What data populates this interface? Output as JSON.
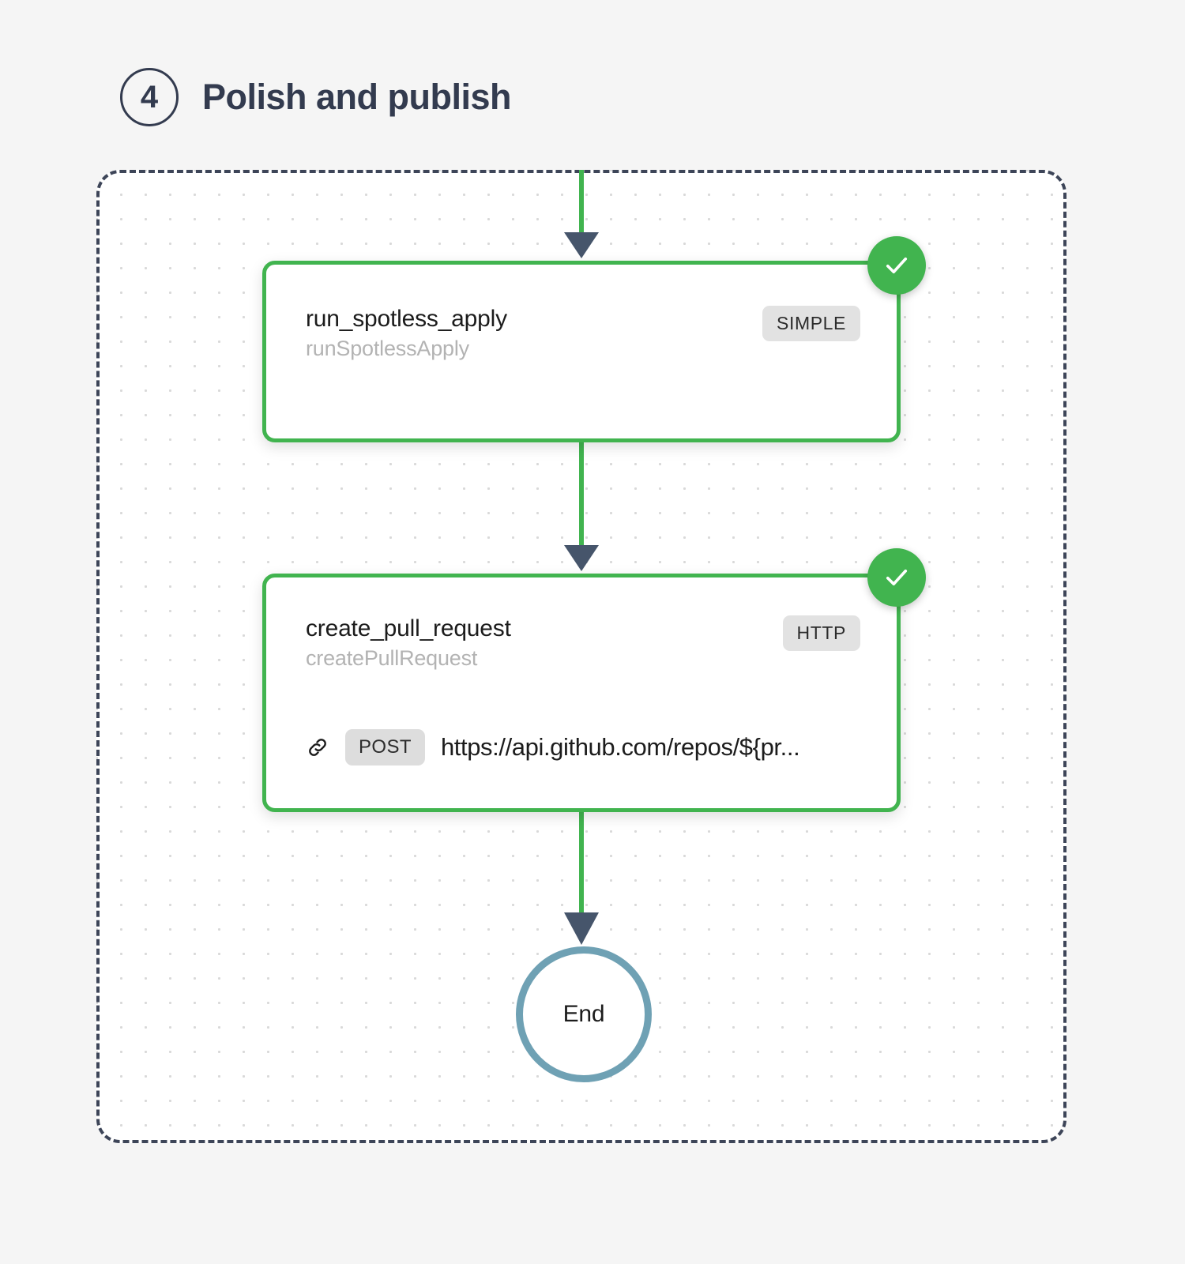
{
  "page": {
    "background": "#f5f5f5"
  },
  "header": {
    "step_number": "4",
    "title": "Polish and publish"
  },
  "canvas": {
    "border_style": "dashed",
    "border_color": "#3d4558",
    "grid": "dotted"
  },
  "colors": {
    "success_green": "#41b44f",
    "arrow_navy": "#46556b",
    "end_teal": "#6fa1b4",
    "badge_gray": "#e2e2e2",
    "title_navy": "#333b4f"
  },
  "nodes": [
    {
      "id": "run_spotless_apply",
      "title": "run_spotless_apply",
      "subtitle": "runSpotlessApply",
      "type_badge": "SIMPLE",
      "status": "success",
      "status_icon": "check-icon"
    },
    {
      "id": "create_pull_request",
      "title": "create_pull_request",
      "subtitle": "createPullRequest",
      "type_badge": "HTTP",
      "status": "success",
      "status_icon": "check-icon",
      "request": {
        "link_icon": "link-icon",
        "method": "POST",
        "url": "https://api.github.com/repos/${pr..."
      }
    }
  ],
  "terminal": {
    "label": "End",
    "shape": "circle"
  },
  "edges": [
    {
      "from": "inlet",
      "to": "run_spotless_apply",
      "marker": "arrow"
    },
    {
      "from": "run_spotless_apply",
      "to": "create_pull_request",
      "marker": "arrow"
    },
    {
      "from": "create_pull_request",
      "to": "End",
      "marker": "arrow"
    }
  ]
}
